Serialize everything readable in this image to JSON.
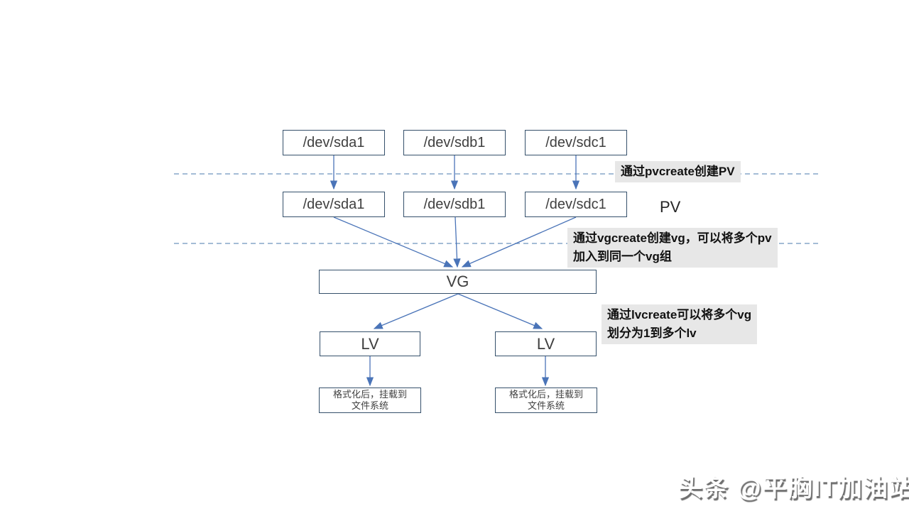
{
  "diagram": {
    "top_row": [
      "/dev/sda1",
      "/dev/sdb1",
      "/dev/sdc1"
    ],
    "pv_row": [
      "/dev/sda1",
      "/dev/sdb1",
      "/dev/sdc1"
    ],
    "pv_label": "PV",
    "vg_label": "VG",
    "lv_left_label": "LV",
    "lv_right_label": "LV",
    "fs_left": {
      "line1": "格式化后，挂载到",
      "line2": "文件系统"
    },
    "fs_right": {
      "line1": "格式化后，挂载到",
      "line2": "文件系统"
    },
    "annotations": {
      "pvcreate": "通过pvcreate创建PV",
      "vgcreate_line1": "通过vgcreate创建vg，可以将多个pv",
      "vgcreate_line2": "加入到同一个vg组",
      "lvcreate_line1": "通过lvcreate可以将多个vg",
      "lvcreate_line2": "划分为1到多个lv"
    },
    "colors": {
      "box_border": "#35506b",
      "arrow": "#4a74b8",
      "dashed_line": "#6e93be",
      "annotation_bg": "#e7e7e7",
      "box_text": "#3f3f3f"
    }
  },
  "watermark": {
    "text": "头条 @平胸IT加油站"
  }
}
